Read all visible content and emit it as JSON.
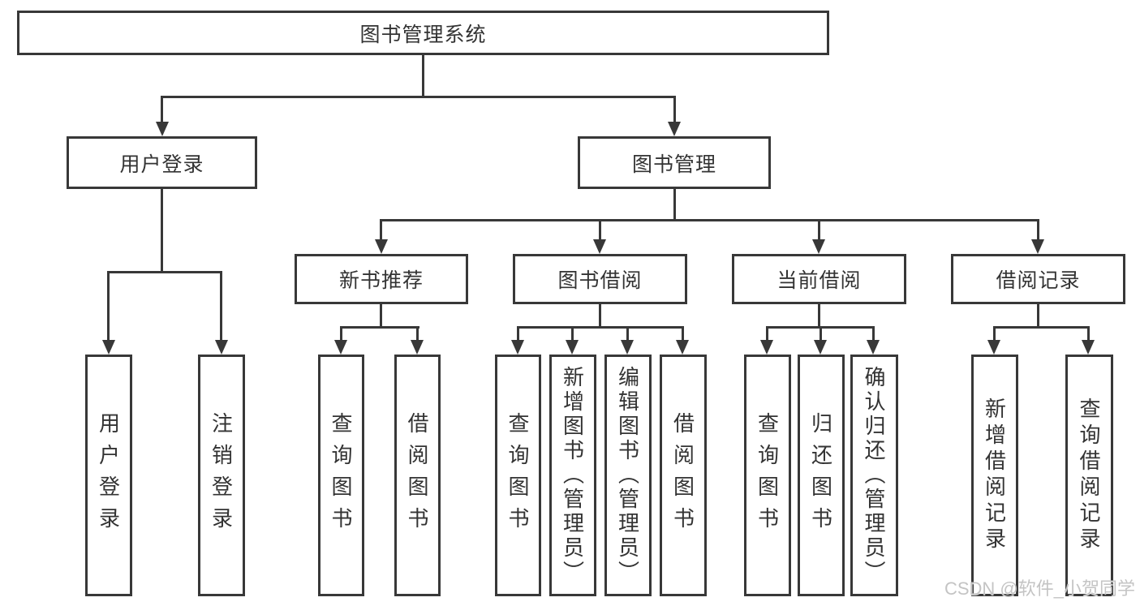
{
  "diagram": {
    "tree": {
      "label": "图书管理系统",
      "children": [
        {
          "label": "用户登录",
          "children": [
            {
              "label": "用户登录"
            },
            {
              "label": "注销登录"
            }
          ]
        },
        {
          "label": "图书管理",
          "children": [
            {
              "label": "新书推荐",
              "children": [
                {
                  "label": "查询图书"
                },
                {
                  "label": "借阅图书"
                }
              ]
            },
            {
              "label": "图书借阅",
              "children": [
                {
                  "label": "查询图书"
                },
                {
                  "label": "新增图书（管理员）"
                },
                {
                  "label": "编辑图书（管理员）"
                },
                {
                  "label": "借阅图书"
                }
              ]
            },
            {
              "label": "当前借阅",
              "children": [
                {
                  "label": "查询图书"
                },
                {
                  "label": "归还图书"
                },
                {
                  "label": "确认归还（管理员）"
                }
              ]
            },
            {
              "label": "借阅记录",
              "children": [
                {
                  "label": "新增借阅记录"
                },
                {
                  "label": "查询借阅记录"
                }
              ]
            }
          ]
        }
      ]
    },
    "colors": {
      "line": "#383838",
      "text": "#333333",
      "background": "#ffffff",
      "watermark": "#c4c4c4"
    },
    "watermark": "CSDN @软件_小贺同学"
  }
}
